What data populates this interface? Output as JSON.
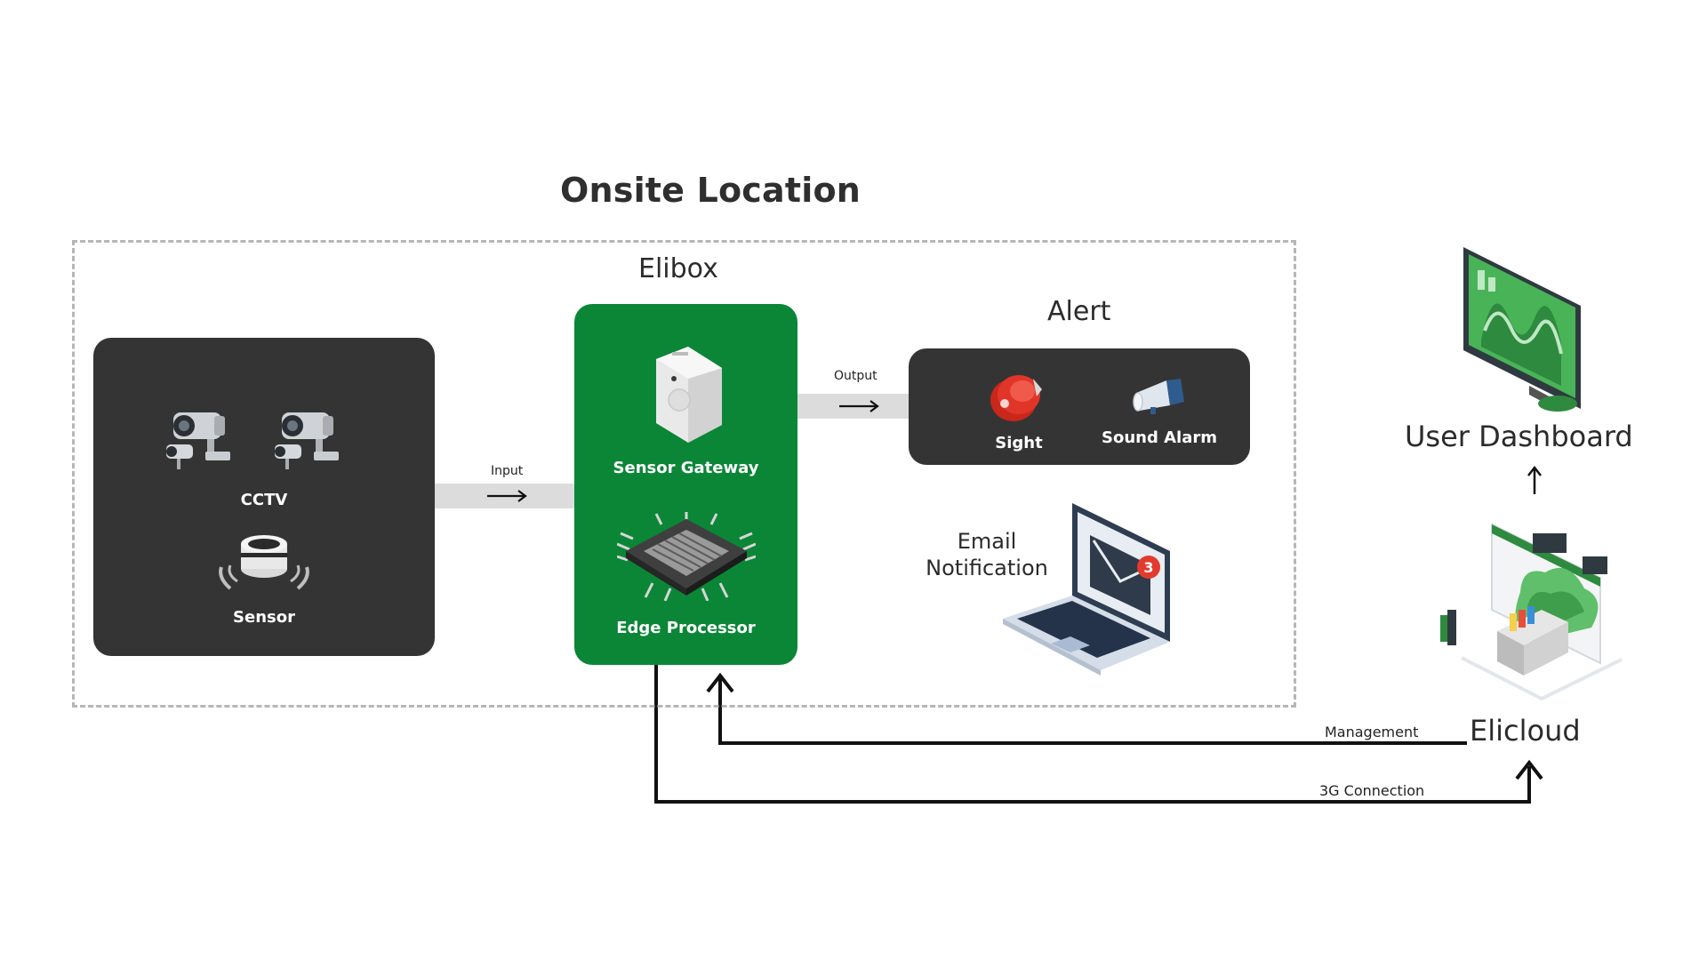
{
  "title": "Onsite Location",
  "elibox": {
    "title": "Elibox",
    "gateway_label": "Sensor Gateway",
    "processor_label": "Edge Processor"
  },
  "sources": {
    "cctv_label": "CCTV",
    "sensor_label": "Sensor"
  },
  "connectors": {
    "input_label": "Input",
    "output_label": "Output",
    "management_label": "Management",
    "connection_label": "3G Connection"
  },
  "alert": {
    "title": "Alert",
    "sight_label": "Sight",
    "sound_label": "Sound Alarm",
    "email_line1": "Email",
    "email_line2": "Notification",
    "email_badge": "3"
  },
  "cloud": {
    "dashboard_label": "User Dashboard",
    "elicloud_label": "Elicloud"
  },
  "colors": {
    "green": "#0b8637",
    "dark_box": "#343434",
    "dashed_border": "#b6b6b6",
    "connector_bar": "#dcdcdc"
  },
  "icons": [
    "cctv-camera-icon",
    "sensor-icon",
    "sensor-gateway-icon",
    "edge-processor-chip-icon",
    "siren-light-icon",
    "sound-alarm-icon",
    "laptop-email-icon",
    "dashboard-monitor-icon",
    "elicloud-icon"
  ]
}
